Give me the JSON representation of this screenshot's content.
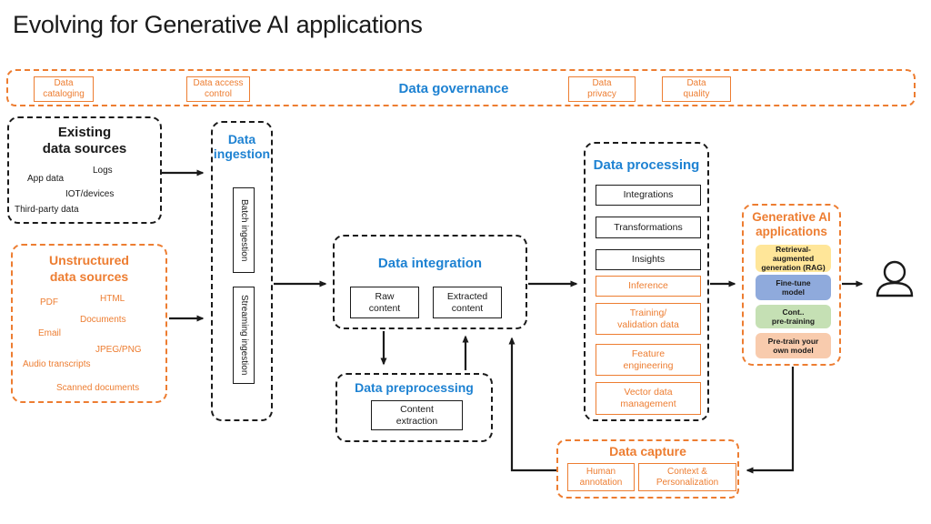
{
  "title": "Evolving for Generative AI applications",
  "colors": {
    "orange": "#ED7D31",
    "blue": "#1E82D2",
    "ink": "#1A1A1A",
    "chip_yellow": "#FFE699",
    "chip_blue": "#8FAADC",
    "chip_green": "#C5E0B4",
    "chip_salmon": "#F8CBAD"
  },
  "governance": {
    "title": "Data governance",
    "cataloging": "Data\ncataloging",
    "access_control": "Data access\ncontrol",
    "privacy": "Data\nprivacy",
    "quality": "Data\nquality"
  },
  "existing_sources": {
    "title": "Existing\ndata sources",
    "items": [
      "App data",
      "Logs",
      "IOT/devices",
      "Third-party data"
    ]
  },
  "unstructured_sources": {
    "title": "Unstructured\ndata sources",
    "items": [
      "PDF",
      "HTML",
      "Documents",
      "Email",
      "JPEG/PNG",
      "Audio transcripts",
      "Scanned documents"
    ]
  },
  "ingestion": {
    "title": "Data\ningestion",
    "batch": "Batch ingestion",
    "streaming": "Streaming ingestion"
  },
  "integration": {
    "title": "Data integration",
    "raw": "Raw\ncontent",
    "extracted": "Extracted\ncontent"
  },
  "preprocessing": {
    "title": "Data preprocessing",
    "content_extraction": "Content\nextraction"
  },
  "processing": {
    "title": "Data processing",
    "items": [
      {
        "label": "Integrations",
        "style": "black"
      },
      {
        "label": "Transformations",
        "style": "black"
      },
      {
        "label": "Insights",
        "style": "black"
      },
      {
        "label": "Inference",
        "style": "orange"
      },
      {
        "label": "Training/\nvalidation data",
        "style": "orange"
      },
      {
        "label": "Feature\nengineering",
        "style": "orange"
      },
      {
        "label": "Vector data\nmanagement",
        "style": "orange"
      }
    ]
  },
  "genai": {
    "title": "Generative AI\napplications",
    "chips": [
      {
        "label": "Retrieval-\naugmented\ngeneration (RAG)",
        "color": "#FFE699"
      },
      {
        "label": "Fine-tune\nmodel",
        "color": "#8FAADC"
      },
      {
        "label": "Cont..\npre-training",
        "color": "#C5E0B4"
      },
      {
        "label": "Pre-train your\nown model",
        "color": "#F8CBAD"
      }
    ]
  },
  "capture": {
    "title": "Data capture",
    "human_annotation": "Human\nannotation",
    "context_personalization": "Context &\nPersonalization"
  }
}
